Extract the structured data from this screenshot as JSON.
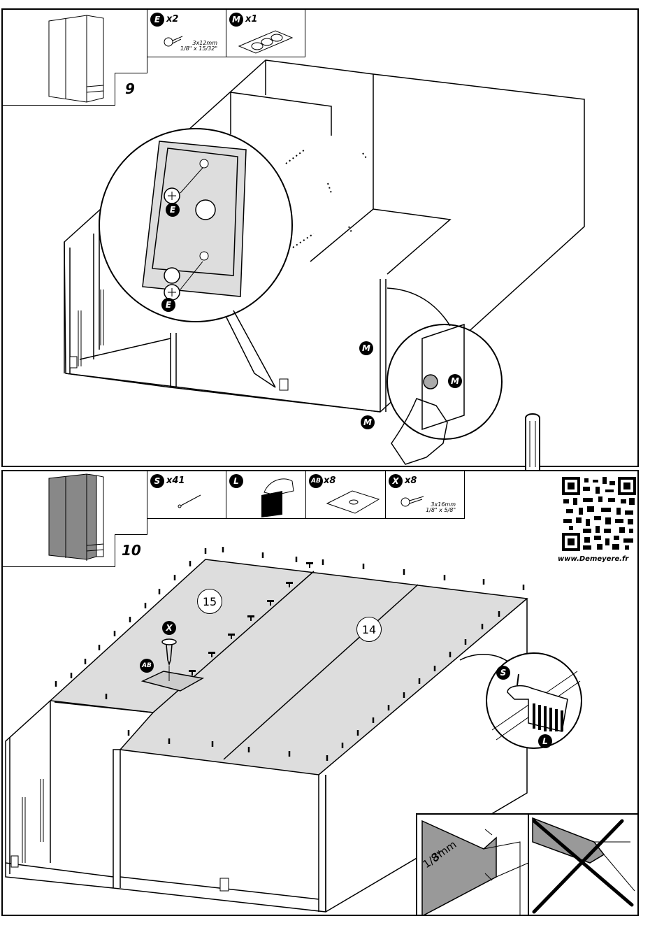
{
  "brand_url": "www.Demeyere.fr",
  "steps": [
    {
      "number": "9",
      "parts": [
        {
          "letter": "E",
          "qty": "x2",
          "dim_metric": "3x12mm",
          "dim_imperial": "1/8\" x 15/32\""
        },
        {
          "letter": "M",
          "qty": "x1"
        }
      ],
      "labels": {
        "screw": "E",
        "pad": "M"
      }
    },
    {
      "number": "10",
      "parts": [
        {
          "letter": "S",
          "qty": "x41"
        },
        {
          "letter": "L",
          "qty": ""
        },
        {
          "letter": "AB",
          "qty": "x8"
        },
        {
          "letter": "X",
          "qty": "x8",
          "dim_metric": "3x16mm",
          "dim_imperial": "1/8\" x 5/8\""
        }
      ],
      "panels": {
        "left": "15",
        "right": "14"
      },
      "labels": {
        "screw": "X",
        "bracket": "AB",
        "nail": "S",
        "strip": "L"
      },
      "gap_metric": "3mm",
      "gap_imperial": "1/8\""
    }
  ]
}
